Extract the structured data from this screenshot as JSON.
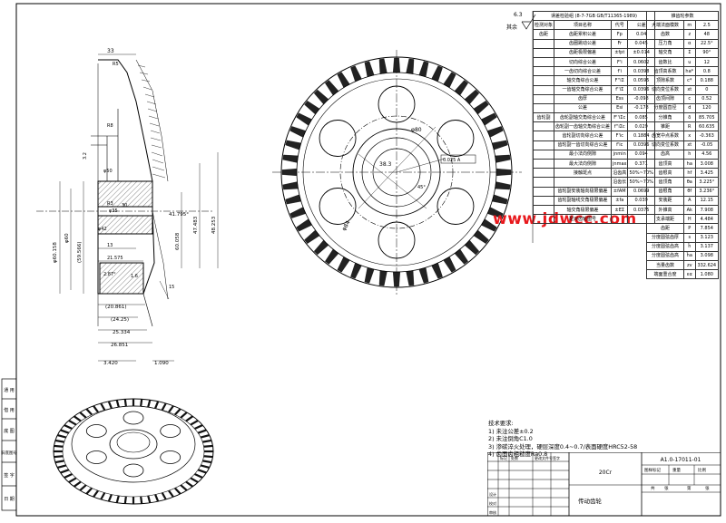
{
  "drawing": {
    "watermark": "www.jdwcc.com",
    "surface_finish": {
      "value": "6.3",
      "note": "其余"
    },
    "dims": {
      "d_33": "33",
      "d_r5": "R5",
      "d_r8": "R8",
      "d_32": "3.2",
      "d_phi50": "φ50",
      "d_r3": "R3",
      "d_phi35": "φ35",
      "d_phi60h": "φ60.158",
      "d_phi60": "φ60",
      "d_59": "(59.566)",
      "d_42": "φ42",
      "d_30": "30",
      "d_13": "13",
      "d_21": "21.575",
      "d_16": "1.6",
      "d_287": "2.87°",
      "d_20": "(20.861)",
      "d_24": "(24.25)",
      "d_25": "25.334",
      "d_26": "26.851",
      "d_3": "3.420",
      "d_1": "1.090",
      "d_41": "41.795°",
      "d_47": "47.483",
      "d_48": "48.253",
      "d_60": "60.058",
      "d_15": "15"
    },
    "front": {
      "d_phi80": "φ80",
      "d_phi84": "φ84",
      "d_38": "38.3",
      "d_pos": "0.025 A",
      "d_ang": "45°"
    }
  },
  "left_table": {
    "header": [
      "误差检验组 (8-7-7GB GB/T11365-1989)",
      "",
      "",
      ""
    ],
    "subheader": [
      "检测对象",
      "项目名称",
      "代号",
      "公差"
    ],
    "rows": [
      [
        "齿距",
        "齿距累积公差",
        "Fp",
        "0.04"
      ],
      [
        "",
        "齿圈跳动公差",
        "Fr",
        "0.045"
      ],
      [
        "",
        "齿距极限偏差",
        "±fpt",
        "±0.014"
      ],
      [
        "",
        "切向综合公差",
        "F'i",
        "0.0602"
      ],
      [
        "",
        "一齿切向综合公差",
        "f'i",
        "0.0398"
      ],
      [
        "",
        "轴交角综合公差",
        "F''iΣ",
        "0.0595"
      ],
      [
        "",
        "一齿轴交角综合公差",
        "f''iΣ",
        "0.0396"
      ],
      [
        "",
        "齿厚",
        "Ess",
        "-0.098"
      ],
      [
        "",
        "公差",
        "Esi",
        "-0.178"
      ],
      [
        "齿轮副",
        "齿轮副轴交角综合公差",
        "F''iΣc",
        "0.085"
      ],
      [
        "",
        "齿轮副一齿轴交角综合公差",
        "f''iΣc",
        "0.029"
      ],
      [
        "",
        "齿轮副切向综合公差",
        "F'ic",
        "0.1884"
      ],
      [
        "",
        "齿轮副一齿切向综合公差",
        "f'ic",
        "0.0396"
      ],
      [
        "",
        "最小法向侧隙",
        "jnmin",
        "0.094"
      ],
      [
        "",
        "最大法向侧隙",
        "jnmax",
        "0.371"
      ],
      [
        "",
        "接触斑点",
        "沿齿高",
        "50%~70%"
      ],
      [
        "",
        "",
        "沿齿长",
        "50%~70%"
      ],
      [
        "",
        "齿轮副安装轴向极限偏差",
        "±fAM",
        "0.0699"
      ],
      [
        "",
        "齿轮副轴线交角极限偏差",
        "±fa",
        "0.039"
      ],
      [
        "",
        "轴交角极限偏差",
        "±EΣ",
        "0.0375"
      ],
      [
        "",
        "配对齿轮图号",
        "",
        ""
      ]
    ]
  },
  "right_table": {
    "header": [
      "锥齿轮参数",
      "",
      ""
    ],
    "rows": [
      [
        "大端法面模数",
        "m",
        "2.5"
      ],
      [
        "齿数",
        "z",
        "48"
      ],
      [
        "压力角",
        "α",
        "22.5°"
      ],
      [
        "轴交角",
        "Σ",
        "90°"
      ],
      [
        "齿数比",
        "u",
        "12"
      ],
      [
        "齿顶高系数",
        "ha*",
        "0.8"
      ],
      [
        "顶隙系数",
        "c*",
        "0.188"
      ],
      [
        "切向变位系数",
        "xt",
        "0"
      ],
      [
        "齿顶间隙",
        "c",
        "0.52"
      ],
      [
        "分度圆直径",
        "d",
        "120"
      ],
      [
        "分锥角",
        "δ",
        "85.705"
      ],
      [
        "锥距",
        "R",
        "60.635"
      ],
      [
        "齿宽中点系数",
        "x",
        "-0.363"
      ],
      [
        "切向变位系数",
        "xt",
        "-0.05"
      ],
      [
        "齿高",
        "h",
        "4.56"
      ],
      [
        "齿顶高",
        "ha",
        "3.008"
      ],
      [
        "齿根高",
        "hf",
        "3.425"
      ],
      [
        "齿顶角",
        "θa",
        "3.225°"
      ],
      [
        "齿根角",
        "θf",
        "3.236°"
      ],
      [
        "安装距",
        "A",
        "12.15"
      ],
      [
        "外锥高",
        "Ak",
        "7.908"
      ],
      [
        "支承端距",
        "H",
        "4.484"
      ],
      [
        "齿距",
        "P",
        "7.854"
      ],
      [
        "分度圆弦齿厚",
        "s",
        "3.123"
      ],
      [
        "分度圆弦齿高",
        "h̄",
        "3.137"
      ],
      [
        "分度圆弦齿高",
        "h̄a",
        "3.098"
      ],
      [
        "当量齿数",
        "zv",
        "332.624"
      ],
      [
        "端面重合度",
        "εα",
        "1.080"
      ]
    ]
  },
  "tech": {
    "title": "技术要求:",
    "items": [
      "1) 未注公差±0.2",
      "2) 未注倒角C1.0",
      "3) 渗碳淬火处理，硬层深度0.4~0.7/表面硬度HRC52-58",
      "4) 齿面齿粗糙度Ra0.8"
    ]
  },
  "title_block": {
    "drawing_no": "A1.0-17011-01",
    "material": "20Cr",
    "name": "传动齿轮",
    "labels": [
      "图样标记",
      "重量",
      "比例",
      "共",
      "张",
      "第",
      "张"
    ],
    "small": [
      "标记",
      "处数",
      "更改文件号",
      "签字",
      "日期",
      "设计",
      "校对",
      "审核",
      "工艺",
      "标准化",
      "批准"
    ]
  },
  "left_strip": [
    "通 用",
    "借 用",
    "底 图",
    "旧底图号",
    "签 字",
    "日 期"
  ]
}
